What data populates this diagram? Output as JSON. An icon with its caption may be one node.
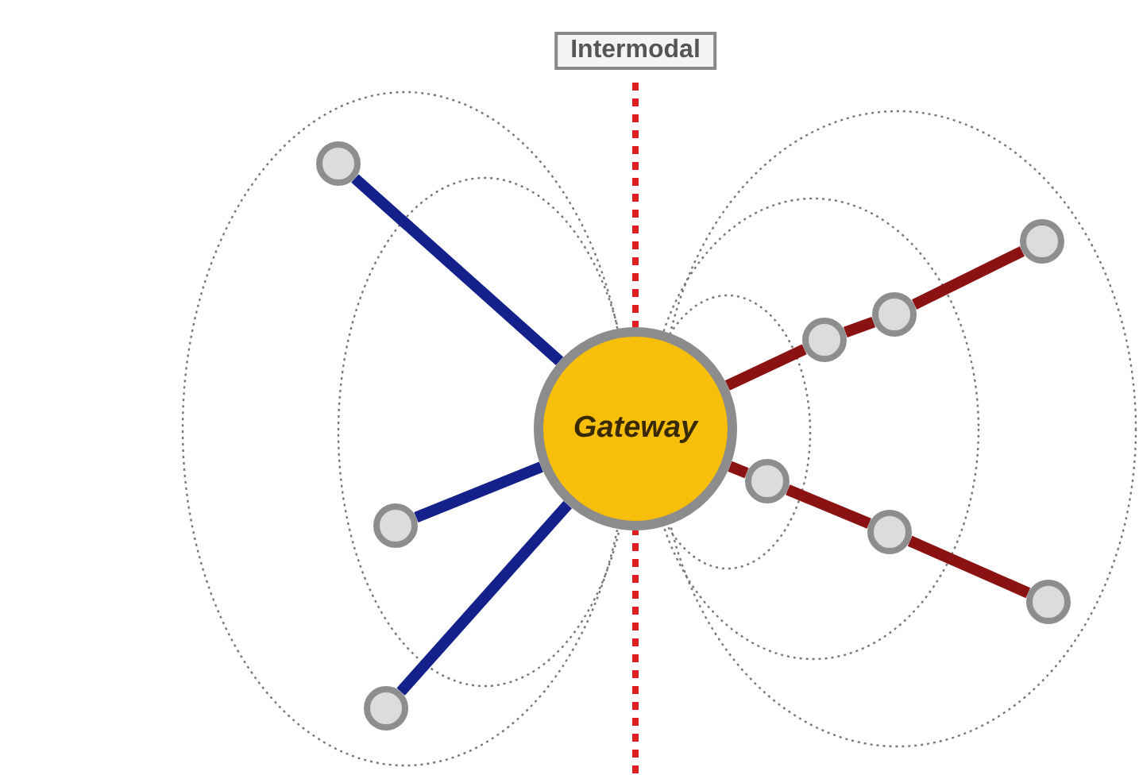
{
  "diagram": {
    "nodes": [
      {
        "text": [
          "Gateway"
        ]
      },
      {
        "text": [],
        "shape": "circle"
      },
      {
        "text": [],
        "shape": "circle"
      },
      {
        "text": [],
        "shape": "circle"
      },
      {
        "text": [],
        "shape": "circle"
      },
      {
        "text": [],
        "shape": "circle"
      },
      {
        "text": [],
        "shape": "circle"
      },
      {
        "text": [],
        "shape": "circle"
      },
      {
        "text": [],
        "shape": "circle"
      },
      {
        "text": [],
        "shape": "circle"
      }
    ],
    "edges": [
      {
        "from": 0,
        "to": 1,
        "arrow": "none",
        "color": "#14218a"
      },
      {
        "from": 0,
        "to": 6,
        "arrow": "none",
        "color": "#14218a"
      },
      {
        "from": 0,
        "to": 9,
        "arrow": "none",
        "color": "#14218a"
      },
      {
        "from": 0,
        "to": 4,
        "arrow": "none"
      },
      {
        "from": 4,
        "to": 3,
        "arrow": "none"
      },
      {
        "from": 3,
        "to": 2,
        "arrow": "none"
      },
      {
        "from": 0,
        "to": 5,
        "arrow": "none"
      },
      {
        "from": 5,
        "to": 7,
        "arrow": "none"
      },
      {
        "from": 7,
        "to": 8,
        "arrow": "none"
      }
    ],
    "labels": [
      "Intermodal"
    ]
  }
}
